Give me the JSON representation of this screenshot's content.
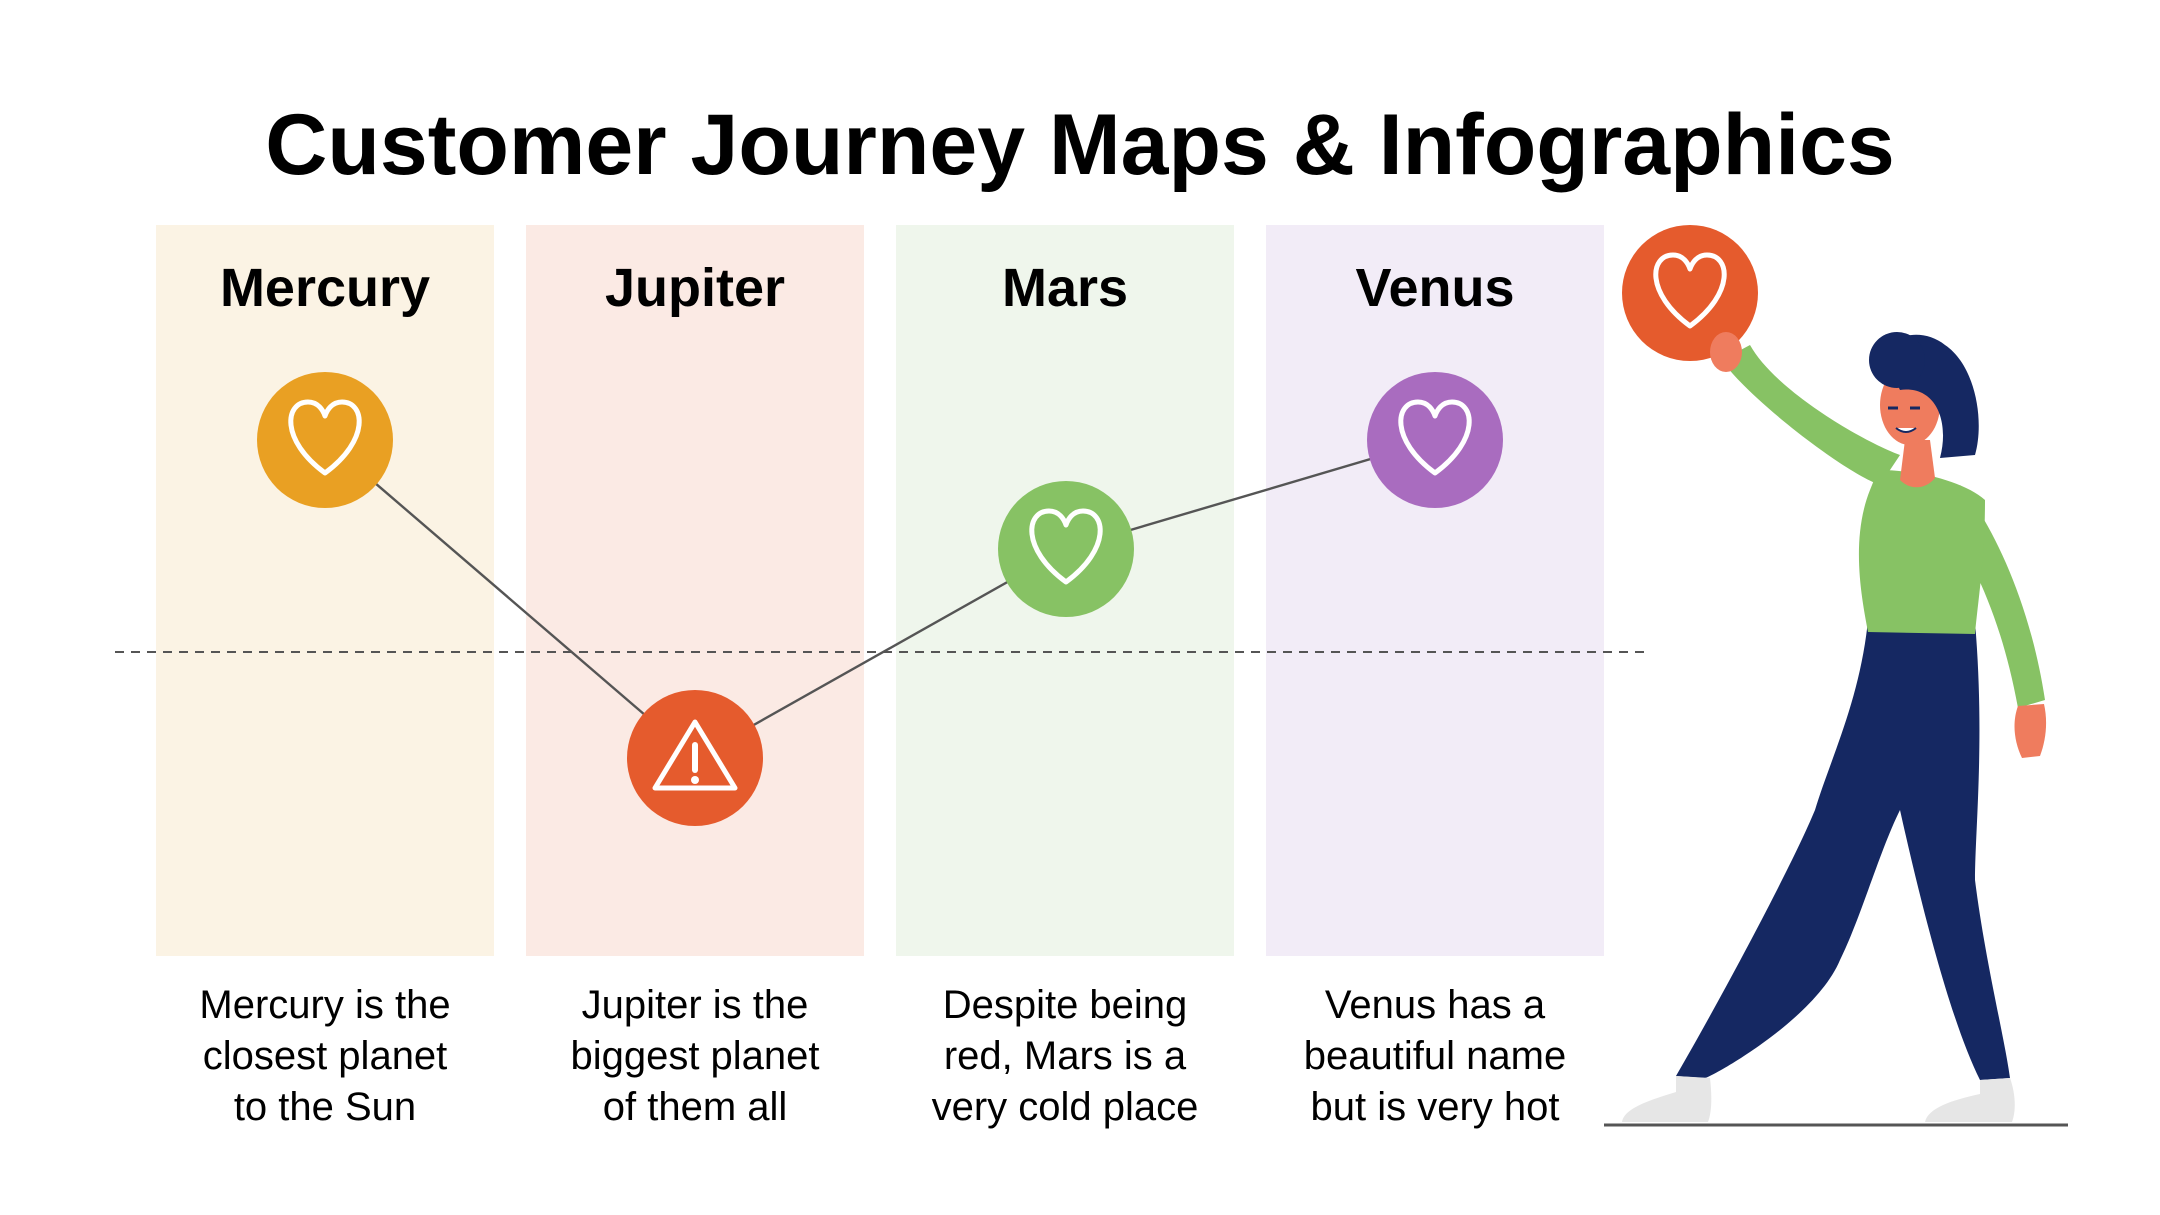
{
  "title": "Customer Journey Maps & Infographics",
  "colors": {
    "mercury": "#E9A023",
    "jupiter": "#E55B2D",
    "mars": "#87C264",
    "venus": "#A96CBF",
    "mercury_bg": "#FBF3E4",
    "jupiter_bg": "#FBEAE4",
    "mars_bg": "#EFF6EC",
    "venus_bg": "#F2ECF7",
    "pants": "#152862",
    "shirt": "#87C264",
    "hair": "#152862",
    "skin": "#EF7C5E"
  },
  "stages": [
    {
      "name": "Mercury",
      "icon": "heart-icon",
      "level": "high",
      "description": [
        "Mercury is the",
        "closest planet",
        "to the Sun"
      ]
    },
    {
      "name": "Jupiter",
      "icon": "warning-icon",
      "level": "low",
      "description": [
        "Jupiter is the",
        "biggest planet",
        "of them all"
      ]
    },
    {
      "name": "Mars",
      "icon": "heart-icon",
      "level": "medium",
      "description": [
        "Despite being",
        "red, Mars is a",
        "very cold place"
      ]
    },
    {
      "name": "Venus",
      "icon": "heart-icon",
      "level": "high",
      "description": [
        "Venus has a",
        "beautiful name",
        "but is very hot"
      ]
    }
  ],
  "illustration": {
    "subject": "woman-holding-heart-badge",
    "held_icon": "heart-icon"
  }
}
